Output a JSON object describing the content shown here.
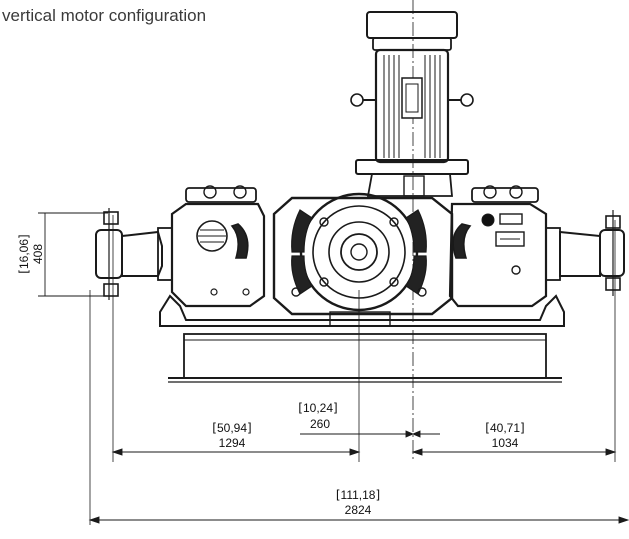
{
  "caption": "vertical motor configuration",
  "dimensions": {
    "height_flange": {
      "inch": "16,06",
      "mm": "408"
    },
    "offset_center": {
      "inch": "10,24",
      "mm": "260"
    },
    "left_to_center": {
      "inch": "50,94",
      "mm": "1294"
    },
    "right_to_center": {
      "inch": "40,71",
      "mm": "1034"
    },
    "overall_width": {
      "inch": "111,18",
      "mm": "2824"
    }
  },
  "colors": {
    "line": "#1a1a1a",
    "paper": "#ffffff",
    "caption": "#3a3a3a"
  }
}
